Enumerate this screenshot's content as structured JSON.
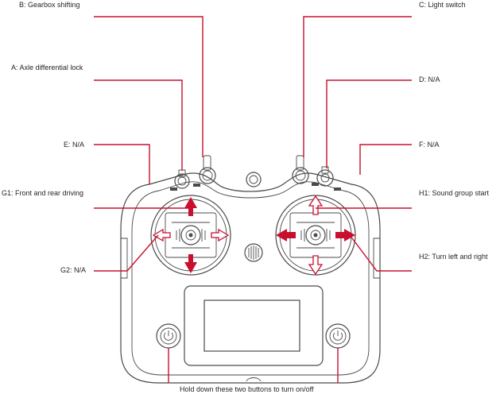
{
  "labels": {
    "b": "B: Gearbox shifting",
    "c": "C: Light switch",
    "a": "A: Axle differential lock",
    "d": "D: N/A",
    "e": "E: N/A",
    "f": "F: N/A",
    "g1": "G1: Front and rear driving",
    "h1": "H1: Sound group start",
    "g2": "G2: N/A",
    "h2": "H2: Turn left and right",
    "power": "Hold down these two buttons to turn on/off"
  },
  "colors": {
    "callout": "#c8102e",
    "outline": "#4a4a4a",
    "text": "#231f20"
  },
  "icons": {
    "power_button": "power-icon"
  }
}
